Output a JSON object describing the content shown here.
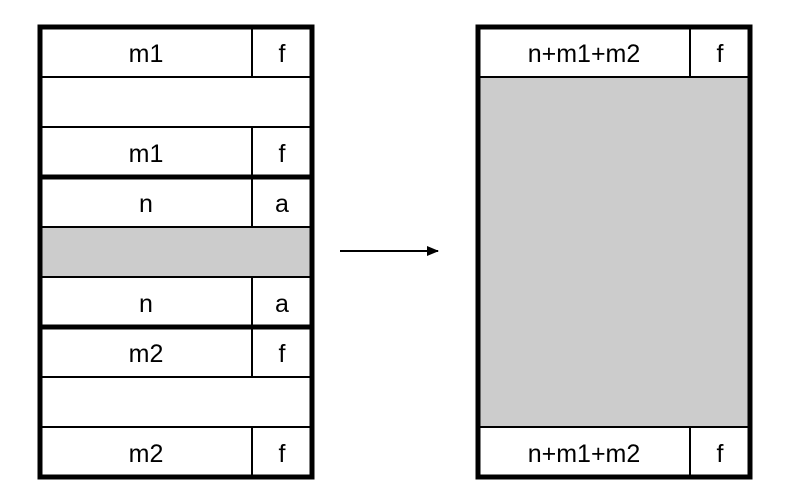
{
  "diagram": {
    "colors": {
      "line": "#000000",
      "block_fill": "#ffffff",
      "payload_fill": "#cccccc"
    },
    "before": {
      "blocks": [
        {
          "header_size": "m1",
          "header_flag": "f",
          "footer_size": "m1",
          "footer_flag": "f",
          "payload": "empty"
        },
        {
          "header_size": "n",
          "header_flag": "a",
          "footer_size": "n",
          "footer_flag": "a",
          "payload": "shaded"
        },
        {
          "header_size": "m2",
          "header_flag": "f",
          "footer_size": "m2",
          "footer_flag": "f",
          "payload": "empty"
        }
      ]
    },
    "arrow": {
      "direction": "right"
    },
    "after": {
      "header_size": "n+m1+m2",
      "header_flag": "f",
      "footer_size": "n+m1+m2",
      "footer_flag": "f",
      "payload": "shaded"
    }
  }
}
